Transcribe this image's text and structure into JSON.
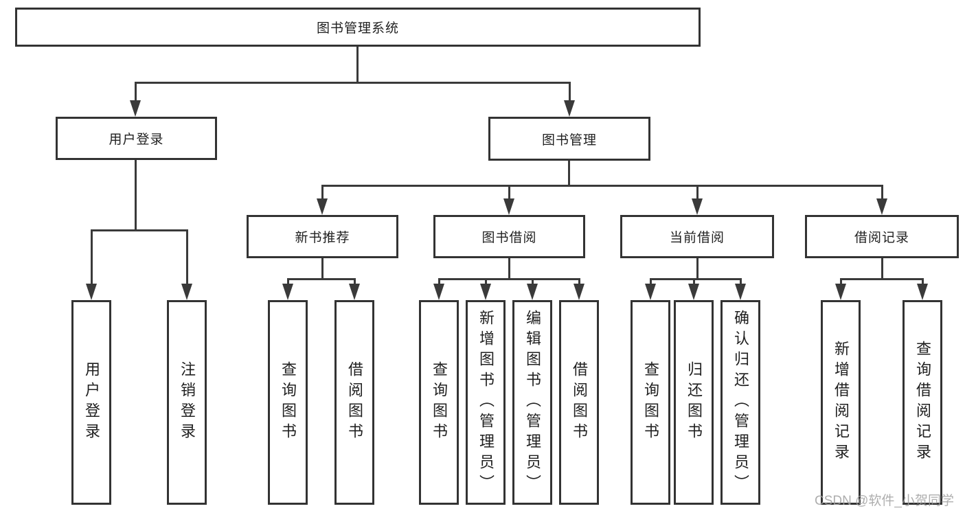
{
  "diagram": {
    "root": {
      "label": "图书管理系统"
    },
    "level2": [
      {
        "id": "user-login",
        "label": "用户登录"
      },
      {
        "id": "book-management",
        "label": "图书管理"
      }
    ],
    "level3": [
      {
        "id": "new-book-recommend",
        "label": "新书推荐",
        "parent": "book-management"
      },
      {
        "id": "book-borrow",
        "label": "图书借阅",
        "parent": "book-management"
      },
      {
        "id": "current-borrow",
        "label": "当前借阅",
        "parent": "book-management"
      },
      {
        "id": "borrow-records",
        "label": "借阅记录",
        "parent": "book-management"
      }
    ],
    "leaves": [
      {
        "parent": "user-login",
        "label": "用户登录"
      },
      {
        "parent": "user-login",
        "label": "注销登录"
      },
      {
        "parent": "new-book-recommend",
        "label": "查询图书"
      },
      {
        "parent": "new-book-recommend",
        "label": "借阅图书"
      },
      {
        "parent": "book-borrow",
        "label": "查询图书"
      },
      {
        "parent": "book-borrow",
        "label": "新增图书（管理员）"
      },
      {
        "parent": "book-borrow",
        "label": "编辑图书（管理员）"
      },
      {
        "parent": "book-borrow",
        "label": "借阅图书"
      },
      {
        "parent": "current-borrow",
        "label": "查询图书"
      },
      {
        "parent": "current-borrow",
        "label": "归还图书"
      },
      {
        "parent": "current-borrow",
        "label": "确认归还（管理员）"
      },
      {
        "parent": "borrow-records",
        "label": "新增借阅记录"
      },
      {
        "parent": "borrow-records",
        "label": "查询借阅记录"
      }
    ],
    "colors": {
      "line": "#3a3a3a",
      "border": "#333333",
      "text": "#1f1f1f",
      "background": "#ffffff",
      "watermark": "#a0a0a0"
    }
  },
  "watermark": {
    "text": "CSDN @软件_小贺同学"
  }
}
